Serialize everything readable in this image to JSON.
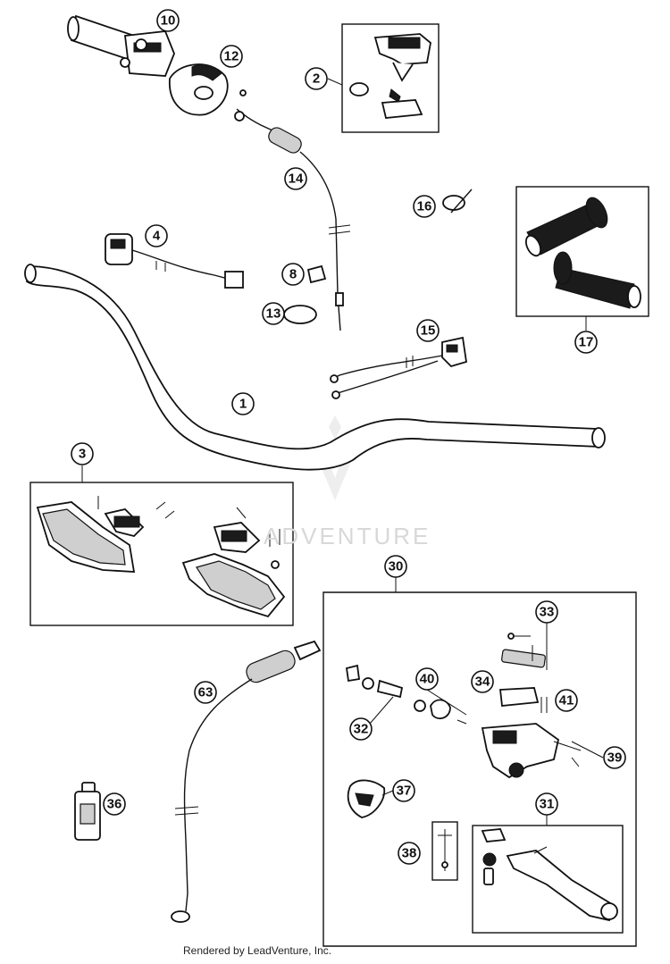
{
  "diagram": {
    "callouts": [
      "10",
      "12",
      "2",
      "14",
      "16",
      "17",
      "4",
      "8",
      "13",
      "15",
      "1",
      "3",
      "30",
      "33",
      "40",
      "34",
      "41",
      "32",
      "39",
      "63",
      "37",
      "36",
      "31",
      "38"
    ]
  },
  "watermark": "ADVENTURE",
  "footer": "Rendered by LeadVenture, Inc.",
  "colors": {
    "line": "#111111",
    "background": "#ffffff",
    "watermark": "#d8d8d8"
  }
}
